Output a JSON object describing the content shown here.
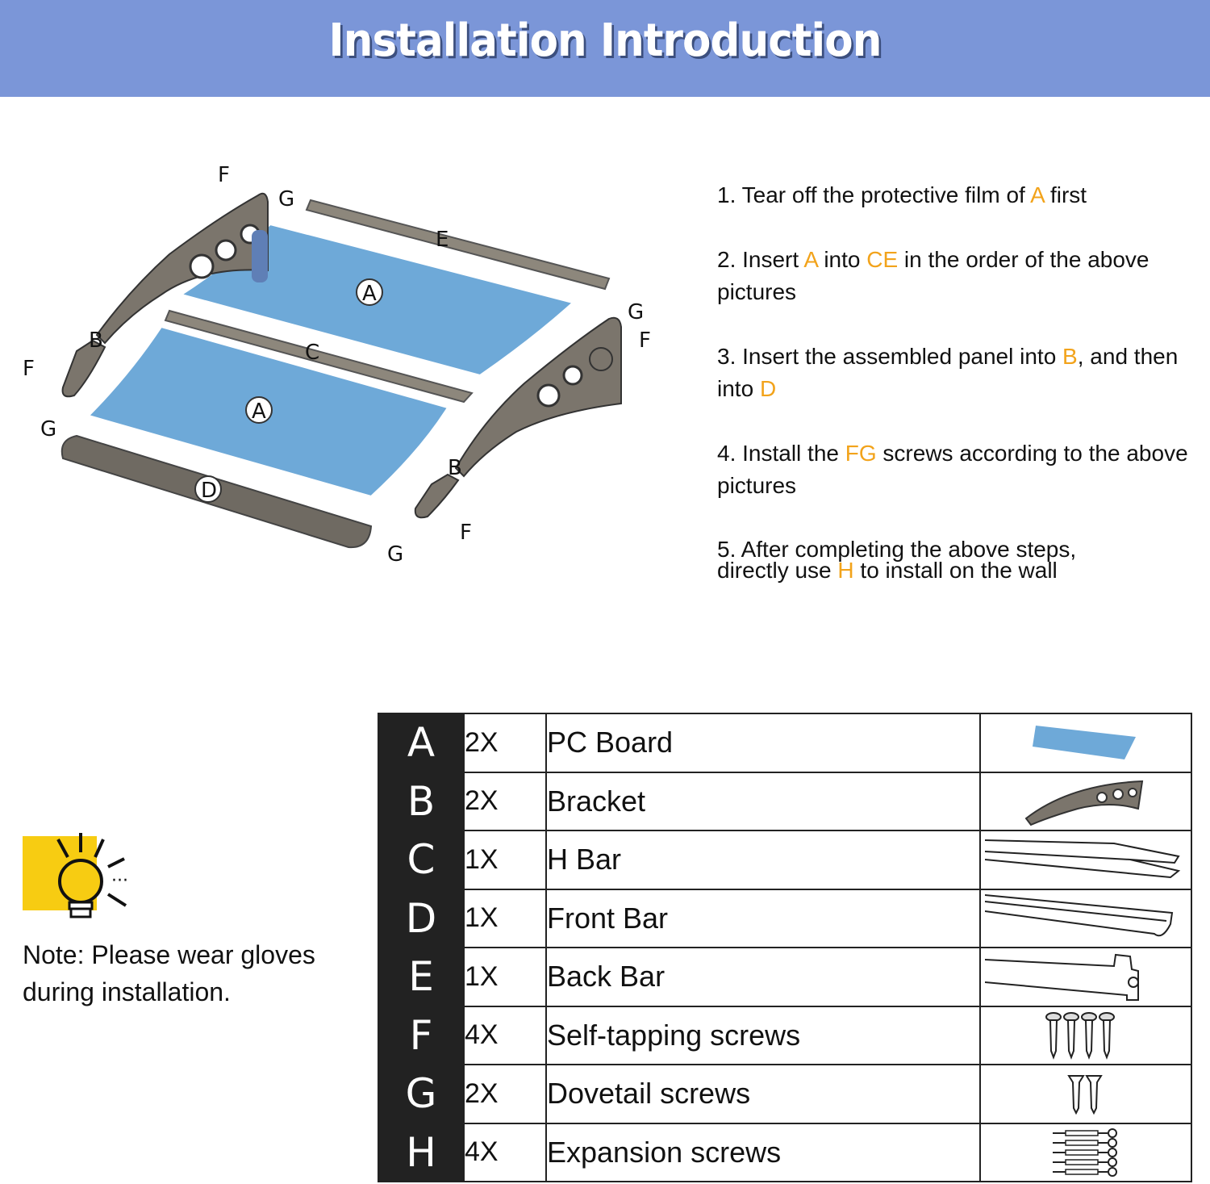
{
  "header": {
    "title": "Installation Introduction"
  },
  "diagram": {
    "labels": {
      "A": "A",
      "B": "B",
      "C": "C",
      "D": "D",
      "E": "E",
      "F": "F",
      "G": "G"
    }
  },
  "steps": [
    {
      "parts": [
        {
          "t": "1. Tear off the protective film of "
        },
        {
          "t": "A",
          "hl": true
        },
        {
          "t": " first"
        }
      ]
    },
    {
      "parts": [
        {
          "t": "2. Insert "
        },
        {
          "t": "A",
          "hl": true
        },
        {
          "t": " into "
        },
        {
          "t": "CE",
          "hl": true
        },
        {
          "t": " in the order of the above pictures"
        }
      ]
    },
    {
      "parts": [
        {
          "t": "3. Insert the assembled panel into "
        },
        {
          "t": "B",
          "hl": true
        },
        {
          "t": ", and then into "
        },
        {
          "t": "D",
          "hl": true
        }
      ]
    },
    {
      "parts": [
        {
          "t": "4. Install the "
        },
        {
          "t": "FG",
          "hl": true
        },
        {
          "t": " screws according to the above pictures"
        }
      ]
    },
    {
      "parts": [
        {
          "t": "5. After completing the above steps, directly use "
        },
        {
          "t": "H",
          "hl": true
        },
        {
          "t": " to install on the wall"
        }
      ]
    }
  ],
  "note": {
    "text": "Note: Please wear gloves during installation.",
    "icon": "lightbulb-icon"
  },
  "parts_table": [
    {
      "letter": "A",
      "qty": "2X",
      "name": "PC Board",
      "icon": "pc-board-icon"
    },
    {
      "letter": "B",
      "qty": "2X",
      "name": "Bracket",
      "icon": "bracket-icon"
    },
    {
      "letter": "C",
      "qty": "1X",
      "name": "H Bar",
      "icon": "h-bar-icon"
    },
    {
      "letter": "D",
      "qty": "1X",
      "name": "Front Bar",
      "icon": "front-bar-icon"
    },
    {
      "letter": "E",
      "qty": "1X",
      "name": "Back Bar",
      "icon": "back-bar-icon"
    },
    {
      "letter": "F",
      "qty": "4X",
      "name": "Self-tapping screws",
      "icon": "self-tapping-screws-icon"
    },
    {
      "letter": "G",
      "qty": "2X",
      "name": "Dovetail screws",
      "icon": "dovetail-screws-icon"
    },
    {
      "letter": "H",
      "qty": "4X",
      "name": "Expansion screws",
      "icon": "expansion-screws-icon"
    }
  ],
  "colors": {
    "header_bg": "#7b96d8",
    "highlight": "#f2a31b",
    "panel_blue": "#6ea9d8",
    "bracket": "#7b756c",
    "note_yellow": "#f7cc12"
  }
}
